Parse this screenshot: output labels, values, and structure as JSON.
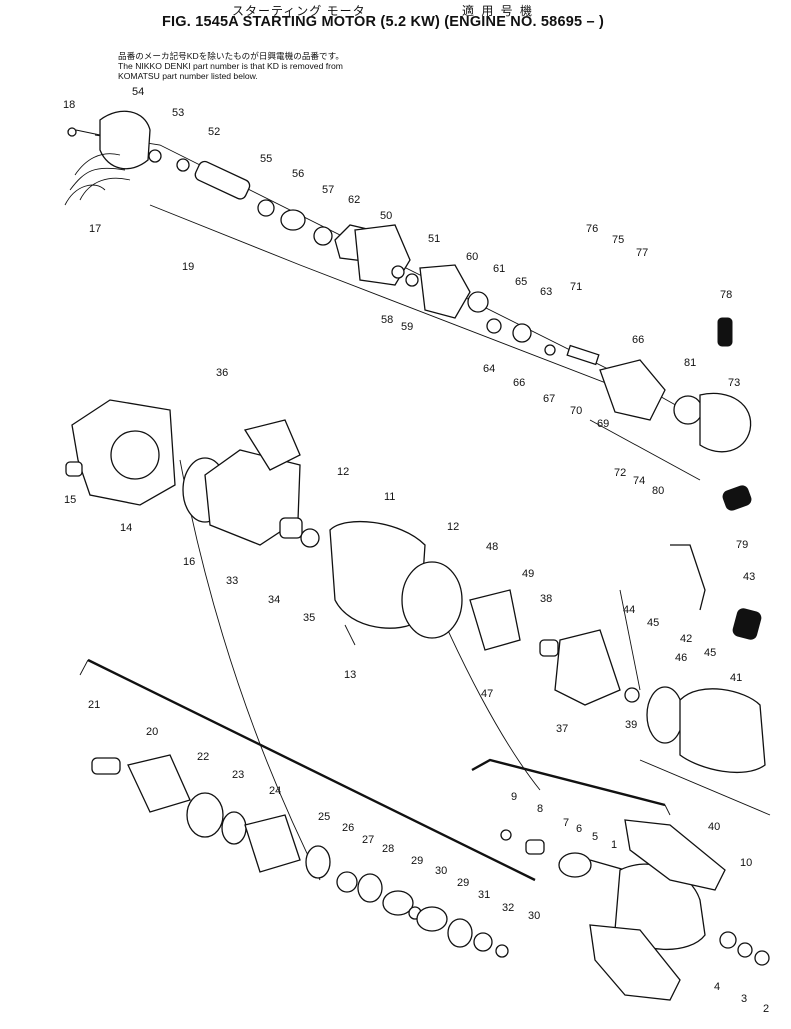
{
  "header": {
    "japanese_title": "スターティング モータ",
    "japanese_applicable": "適 用 号 機",
    "title": "FIG. 1545A  STARTING MOTOR (5.2 KW) (ENGINE NO. 58695 – )",
    "note_japanese": "品番のメーカ記号KDを除いたものが日興電機の品番です。",
    "note_line1": "The NIKKO DENKI part number is that KD is removed from",
    "note_line2": "KOMATSU part number listed below."
  },
  "callouts": [
    "18",
    "54",
    "53",
    "52",
    "55",
    "56",
    "57",
    "62",
    "50",
    "51",
    "60",
    "61",
    "65",
    "63",
    "76",
    "75",
    "77",
    "78",
    "71",
    "66",
    "81",
    "73",
    "17",
    "19",
    "58",
    "59",
    "64",
    "66",
    "67",
    "70",
    "69",
    "72",
    "74",
    "80",
    "79",
    "36",
    "15",
    "14",
    "16",
    "33",
    "12",
    "11",
    "12",
    "34",
    "35",
    "13",
    "48",
    "49",
    "38",
    "44",
    "45",
    "42",
    "45",
    "43",
    "47",
    "46",
    "41",
    "37",
    "39",
    "21",
    "20",
    "22",
    "23",
    "24",
    "25",
    "26",
    "27",
    "28",
    "29",
    "30",
    "29",
    "31",
    "32",
    "30",
    "9",
    "8",
    "7",
    "6",
    "5",
    "1",
    "10",
    "40",
    "4",
    "3",
    "2"
  ]
}
